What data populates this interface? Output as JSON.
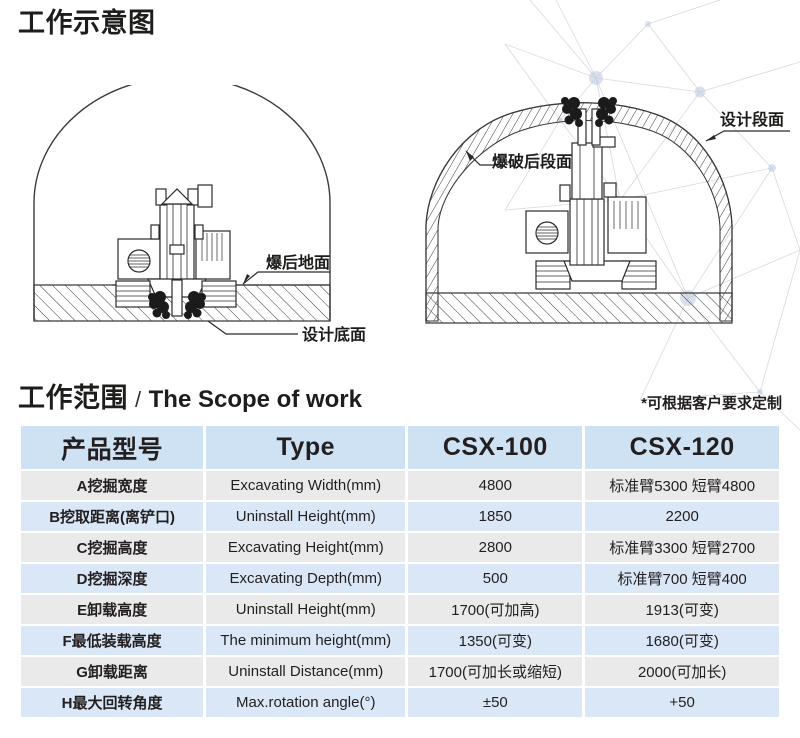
{
  "page": {
    "top_title": "工作示意图",
    "scope_title_cn": "工作范围",
    "scope_title_sep": "/",
    "scope_title_en": "The Scope of work",
    "custom_note": "*可根据客户要求定制"
  },
  "diagrams": {
    "left": {
      "name": "blasted-floor-tunnel-diagram",
      "labels": {
        "blasted_ground": "爆后地面",
        "design_floor": "设计底面"
      }
    },
    "right": {
      "name": "blasted-section-tunnel-diagram",
      "labels": {
        "blasted_section": "爆破后段面",
        "design_section": "设计段面"
      }
    }
  },
  "table": {
    "headers": [
      "产品型号",
      "Type",
      "CSX-100",
      "CSX-120"
    ],
    "header_bg": "#cfe2f3",
    "row_bg_odd": "#eaeaea",
    "row_bg_even": "#d9e7f7",
    "rows": [
      {
        "label": "A挖掘宽度",
        "type": "Excavating Width(mm)",
        "csx100": "4800",
        "csx120": "标准臂5300 短臂4800"
      },
      {
        "label": "B挖取距离(离铲口)",
        "type": "Uninstall Height(mm)",
        "csx100": "1850",
        "csx120": "2200"
      },
      {
        "label": "C挖掘高度",
        "type": "Excavating Height(mm)",
        "csx100": "2800",
        "csx120": "标准臂3300 短臂2700"
      },
      {
        "label": "D挖掘深度",
        "type": "Excavating Depth(mm)",
        "csx100": "500",
        "csx120": "标准臂700 短臂400"
      },
      {
        "label": "E卸载高度",
        "type": "Uninstall Height(mm)",
        "csx100": "1700(可加高)",
        "csx120": "1913(可变)"
      },
      {
        "label": "F最低装载高度",
        "type": "The minimum height(mm)",
        "csx100": "1350(可变)",
        "csx120": "1680(可变)"
      },
      {
        "label": "G卸载距离",
        "type": "Uninstall Distance(mm)",
        "csx100": "1700(可加长或缩短)",
        "csx120": "2000(可加长)"
      },
      {
        "label": "H最大回转角度",
        "type": "Max.rotation angle(°)",
        "csx100": "±50",
        "csx120": "+50"
      }
    ]
  }
}
